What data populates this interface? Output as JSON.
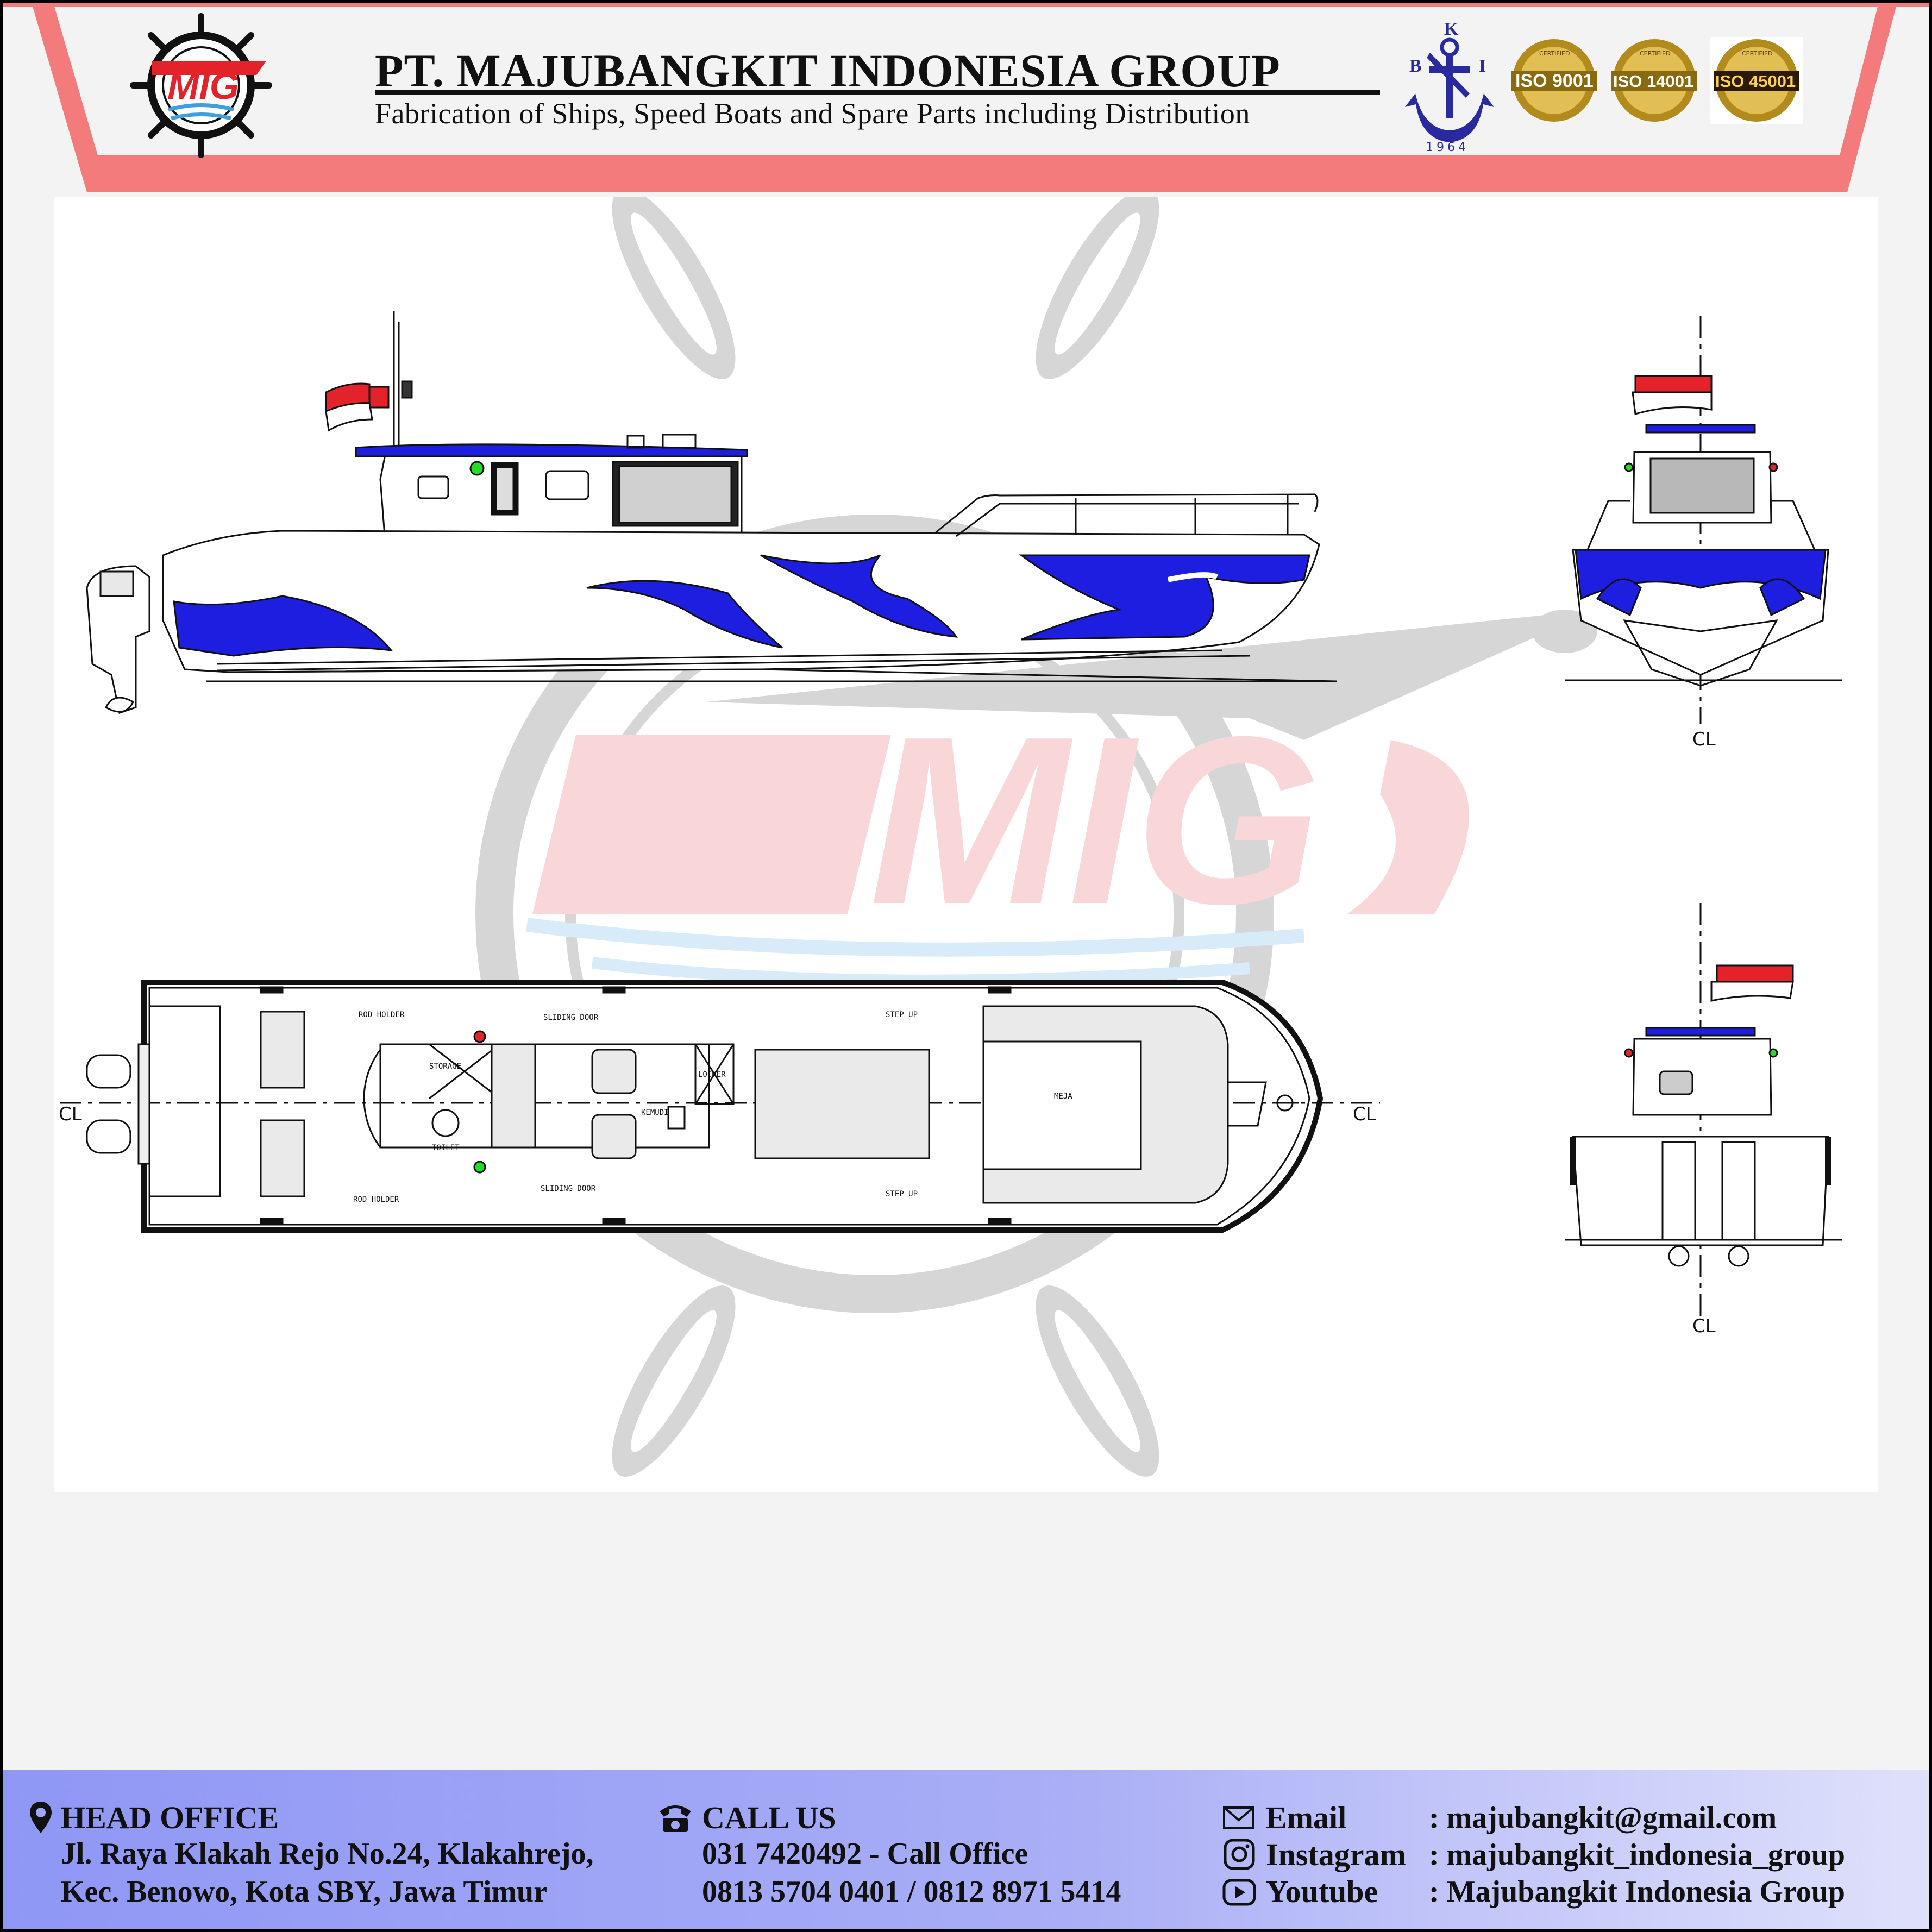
{
  "header": {
    "company_name": "PT. MAJUBANGKIT INDONESIA GROUP",
    "tagline": "Fabrication of Ships, Speed Boats and Spare Parts including Distribution",
    "logo_text": "MIG",
    "bki": {
      "letters": [
        "K",
        "B",
        "I"
      ],
      "year": "1964"
    },
    "badges": [
      {
        "label": "ISO 9001",
        "ring": "CERTIFIED"
      },
      {
        "label": "ISO 14001",
        "ring": "CERTIFIED"
      },
      {
        "label": "ISO 45001",
        "ring": "CERTIFIED"
      }
    ]
  },
  "colors": {
    "banner": "#f47b7b",
    "hull_blue": "#1d1ee0",
    "flag_red": "#e4222a",
    "footer_start": "#8f97f5",
    "watermark": "#d6d6d6"
  },
  "drawing": {
    "watermark_text": "MIG",
    "centerline": "CL",
    "labels": {
      "rod_holder_top": "ROD HOLDER",
      "rod_holder_bottom": "ROD HOLDER",
      "sliding_door_top": "SLIDING DOOR",
      "sliding_door_bottom": "SLIDING DOOR",
      "step_up_top": "STEP UP",
      "step_up_bottom": "STEP UP",
      "storage": "STORAGE",
      "toilet": "TOILET",
      "locker": "LOCKER",
      "kemudi": "KEMUDI",
      "meja": "MEJA"
    }
  },
  "footer": {
    "head_office": {
      "title": "HEAD OFFICE",
      "line1": "Jl. Raya Klakah Rejo No.24, Klakahrejo,",
      "line2": "Kec. Benowo, Kota SBY, Jawa Timur"
    },
    "call_us": {
      "title": "CALL US",
      "line1": "031 7420492 - Call Office",
      "line2": "0813 5704 0401 / 0812 8971 5414"
    },
    "contacts": [
      {
        "label": "Email",
        "icon": "envelope-icon",
        "value": ": majubangkit@gmail.com"
      },
      {
        "label": "Instagram",
        "icon": "instagram-icon",
        "value": ": majubangkit_indonesia_group"
      },
      {
        "label": "Youtube",
        "icon": "youtube-icon",
        "value": ": Majubangkit Indonesia Group"
      }
    ]
  }
}
